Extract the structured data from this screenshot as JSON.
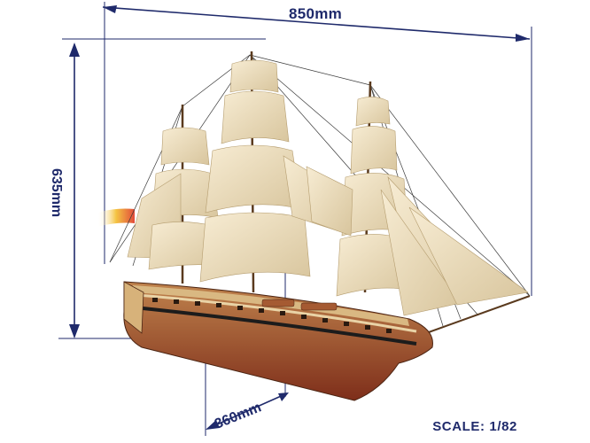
{
  "dimensions": {
    "width": "850mm",
    "height": "635mm",
    "depth": "360mm"
  },
  "scale": "SCALE: 1/82",
  "colors": {
    "dimension_ink": "#1f2a6b",
    "sail": "#efe2c4",
    "sail_shadow": "#d6c49d",
    "hull_upper": "#cfa76a",
    "hull_lower": "#8c3a22",
    "hull_stripe": "#1c1c1c",
    "flag_red": "#e24a3a",
    "flag_yellow": "#f4c443"
  }
}
